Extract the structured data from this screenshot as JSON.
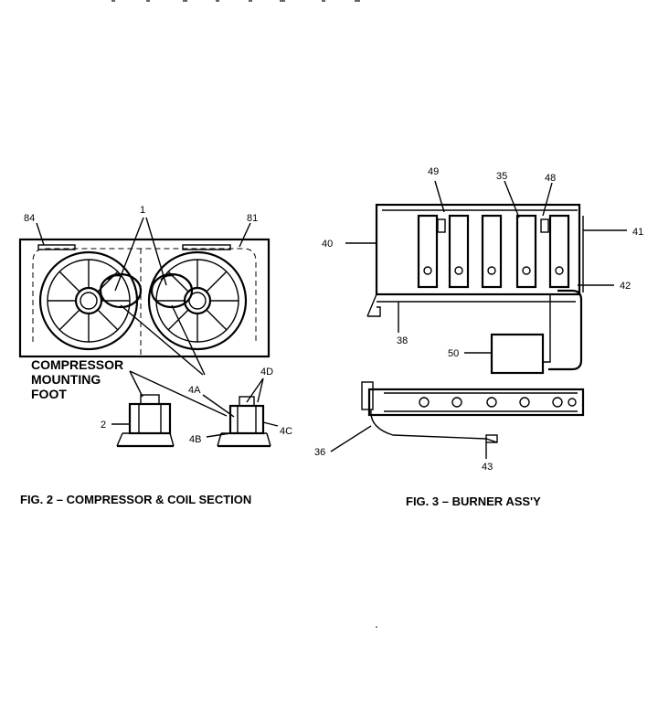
{
  "fig2": {
    "caption": "FIG. 2 – COMPRESSOR & COIL SECTION",
    "labels": {
      "l1": "1",
      "l84": "84",
      "l81": "81",
      "mount1": "COMPRESSOR",
      "mount2": "MOUNTING",
      "mount3": "FOOT",
      "l4d": "4D",
      "l4a": "4A",
      "l2": "2",
      "l4b": "4B",
      "l4c": "4C"
    }
  },
  "fig3": {
    "caption": "FIG. 3 – BURNER ASS'Y",
    "labels": {
      "l49": "49",
      "l35": "35",
      "l48": "48",
      "l40": "40",
      "l41": "41",
      "l42": "42",
      "l38": "38",
      "l50": "50",
      "l36": "36",
      "l43": "43"
    }
  }
}
